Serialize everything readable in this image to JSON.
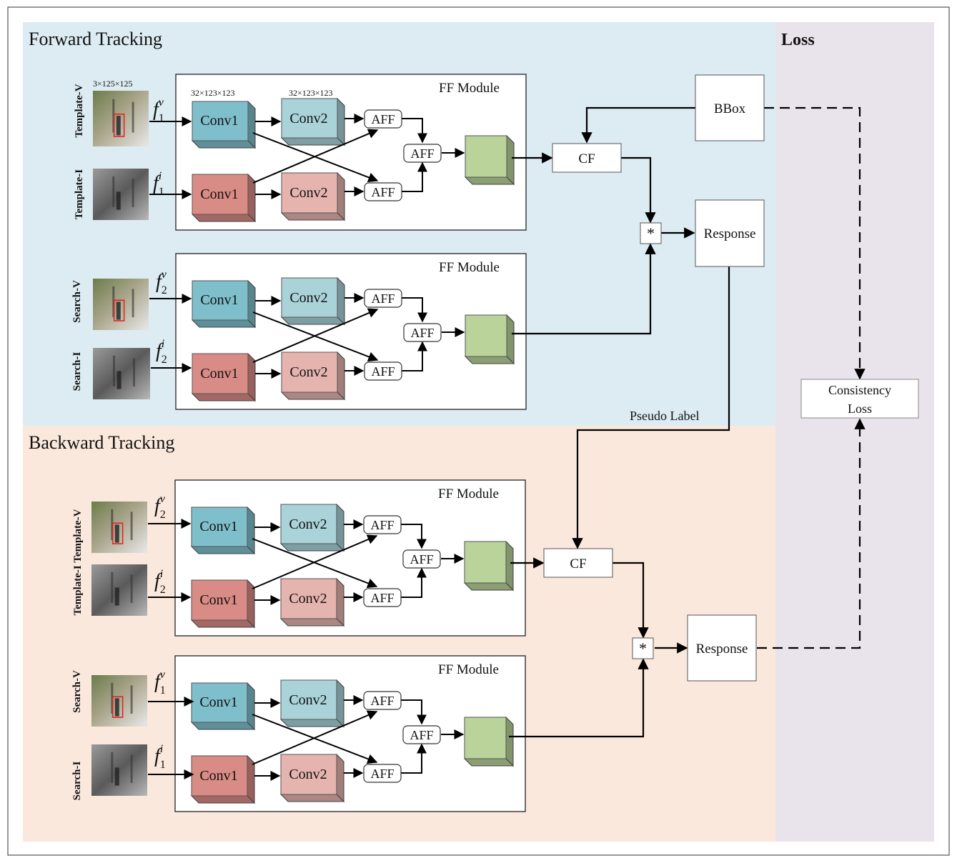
{
  "sections": {
    "forward": "Forward Tracking",
    "backward": "Backward Tracking",
    "loss": "Loss"
  },
  "module_title": "FF Module",
  "dims": {
    "input": "3×125×125",
    "conv1": "32×123×123",
    "conv2": "32×123×123"
  },
  "blocks": {
    "conv1": "Conv1",
    "conv2": "Conv2",
    "aff": "AFF",
    "cf": "CF",
    "bbox": "BBox",
    "response": "Response",
    "correlation": "*",
    "consistency_loss_line1": "Consistency",
    "consistency_loss_line2": "Loss",
    "pseudo_label": "Pseudo Label"
  },
  "features": {
    "f": "f",
    "sub1": "1",
    "sub2": "2",
    "sup_v": "v",
    "sup_i": "i"
  },
  "input_labels": {
    "template_v": "Template-V",
    "template_i": "Template-I",
    "search_v": "Search-V",
    "search_i": "Search-I",
    "template_combined": "Template-I Template-V"
  },
  "colors": {
    "forward_bg": "#dcecf2",
    "backward_bg": "#fbe8dc",
    "loss_bg": "#e9e4ec",
    "conv1_visible": "#7fbfcb",
    "conv2_visible": "#a9d3d9",
    "conv1_infrared": "#d98b85",
    "conv2_infrared": "#e6b4af",
    "fused": "#b9d39a"
  }
}
